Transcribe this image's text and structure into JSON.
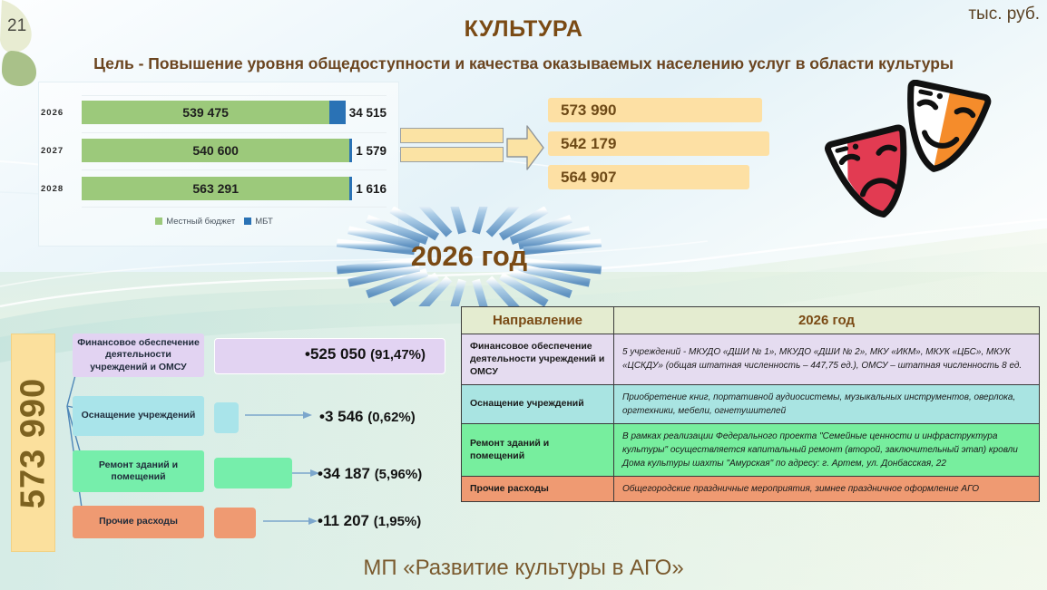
{
  "header": {
    "slide_number": "21",
    "title": "КУЛЬТУРА",
    "units": "тыс. руб.",
    "subtitle": "Цель - Повышение уровня общедоступности и качества оказываемых населению услуг в области культуры"
  },
  "chart_data": {
    "type": "bar",
    "orientation": "horizontal",
    "stacked": true,
    "title": "",
    "xlabel": "",
    "ylabel": "",
    "categories": [
      "2026",
      "2027",
      "2028"
    ],
    "series": [
      {
        "name": "Местный бюджет",
        "color": "#9cc97b",
        "values": [
          539475,
          540600,
          563291
        ],
        "labels": [
          "539 475",
          "540 600",
          "563 291"
        ]
      },
      {
        "name": "МБТ",
        "color": "#2a72b5",
        "values": [
          34515,
          1579,
          1616
        ],
        "labels": [
          "34 515",
          "1 579",
          "1 616"
        ]
      }
    ],
    "totals": [
      573990,
      542179,
      564907
    ],
    "legend_position": "bottom",
    "grid": true
  },
  "totals_callout": {
    "items": [
      "573 990",
      "542 179",
      "564 907"
    ]
  },
  "badge": {
    "label": "2026 год"
  },
  "breakdown": {
    "total_label": "573 990",
    "items": [
      {
        "name": "Финансовое обеспечение деятельности учреждений и ОМСУ",
        "amount": "525 050",
        "percent": "(91,47%)",
        "color": "#e2d3f2",
        "swatch_width": 0
      },
      {
        "name": "Оснащение учреждений",
        "amount": "3 546",
        "percent": "(0,62%)",
        "color": "#a9e4ea",
        "swatch_width": 27
      },
      {
        "name": "Ремонт зданий и помещений",
        "amount": "34 187",
        "percent": "(5,96%)",
        "color": "#76eeab",
        "swatch_width": 86
      },
      {
        "name": "Прочие расходы",
        "amount": "11 207",
        "percent": "(1,95%)",
        "color": "#ef9a72",
        "swatch_width": 46
      }
    ]
  },
  "table": {
    "columns": [
      "Направление",
      "2026 год"
    ],
    "rows": [
      {
        "direction": "Финансовое обеспечение деятельности учреждений и ОМСУ",
        "description": "5 учреждений - МКУДО «ДШИ № 1», МКУДО «ДШИ № 2», МКУ «ИКМ», МКУК «ЦБС», МКУК «ЦСКДУ» (общая штатная численность – 447,75 ед.), ОМСУ – штатная численность 8 ед.",
        "color": "#e5dcf0"
      },
      {
        "direction": "Оснащение учреждений",
        "description": "Приобретение  книг, портативной аудиосистемы, музыкальных инструментов, оверлока, оргтехники, мебели, огнетушителей",
        "color": "#a9e4e2"
      },
      {
        "direction": "Ремонт зданий и помещений",
        "description": "В рамках реализации Федерального проекта \"Семейные ценности и инфраструктура культуры\" осуществляется капитальный ремонт (второй, заключительный этап) кровли Дома культуры шахты \"Амурская\" по адресу: г. Артем, ул. Донбасская, 22",
        "color": "#77ee9e"
      },
      {
        "direction": "Прочие расходы",
        "description": "Общегородские праздничные мероприятия, зимнее праздничное оформление АГО",
        "color": "#ef9a72"
      }
    ]
  },
  "footer": {
    "text": "МП «Развитие культуры в АГО»"
  },
  "icons": {
    "masks": "theater-masks-icon",
    "arrow": "right-arrow-icon",
    "leaf": "leaf-icon"
  }
}
